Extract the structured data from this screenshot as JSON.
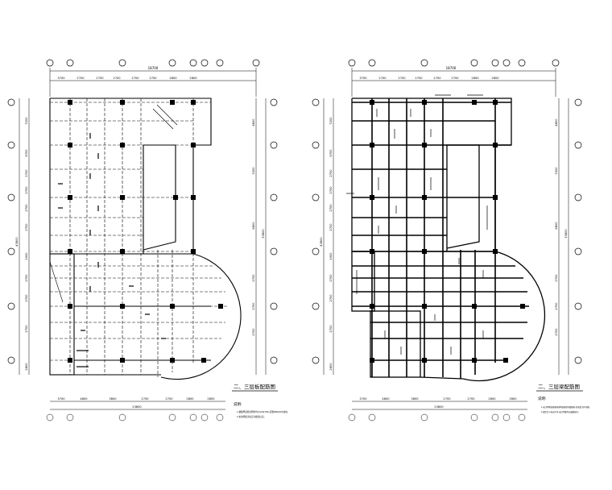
{
  "drawings": [
    {
      "title": "二、三层板配筋图",
      "note_heading": "说明:",
      "notes": [
        "1.楼板厚度除注明外均为120(150),配筋Φ8@200双向。",
        "2.未注明板顶标高为楼层标高。"
      ],
      "col_dims_top": [
        "3700",
        "2700",
        "2700",
        "2700",
        "2700",
        "2700",
        "2800",
        "2800"
      ],
      "total_top": "18700",
      "col_dims_bottom": [
        "3700",
        "4800",
        "3800",
        "2700",
        "2700",
        "2800",
        "2800"
      ],
      "total_bottom": "23800",
      "row_dims_left": [
        "7200",
        "5700",
        "2700",
        "2700",
        "2700",
        "2700",
        "1900",
        "2700",
        "2700",
        "2700",
        "2800"
      ],
      "total_left": "43800",
      "row_dims_right": [
        "4800",
        "3300",
        "6800",
        "2700",
        "2700",
        "2700"
      ],
      "total_right": "33800"
    },
    {
      "title": "二、三层梁配筋图",
      "note_heading": "说明:",
      "notes": [
        "1.未注明附加箍筋每侧3根直径同梁箍筋,吊筋见大样详图。",
        "2.梁定位与柱边平齐,未注明梁均沿轴线居中。"
      ],
      "col_dims_top": [
        "3700",
        "2700",
        "2700",
        "2700",
        "2700",
        "2700",
        "2800",
        "2800"
      ],
      "total_top": "18700",
      "col_dims_bottom": [
        "3700",
        "4800",
        "3800",
        "2700",
        "2700",
        "2800",
        "2800"
      ],
      "total_bottom": "23800",
      "row_dims_left": [
        "7200",
        "5700",
        "2700",
        "2700",
        "2700",
        "2700",
        "1900",
        "2700",
        "2700",
        "2700",
        "2800"
      ],
      "total_left": "43800",
      "row_dims_right": [
        "4800",
        "3300",
        "6800",
        "2700",
        "2700",
        "2700"
      ],
      "total_right": "33800"
    }
  ]
}
